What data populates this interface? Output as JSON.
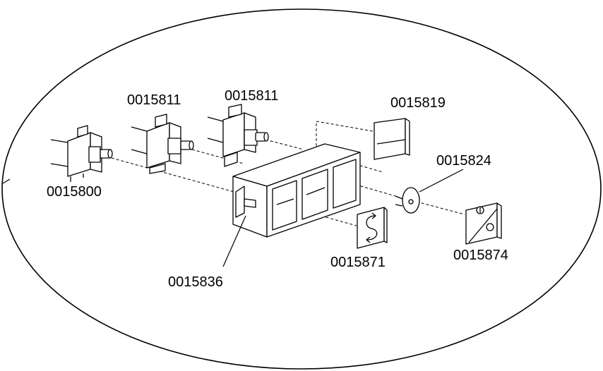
{
  "labels": {
    "switch_a": "0015800",
    "switch_b": "0015811",
    "switch_c": "0015811",
    "frame": "0015836",
    "cover_plain": "0015819",
    "washer": "0015824",
    "cover_s": "0015871",
    "cover_io": "0015874"
  },
  "colors": {
    "line": "#000000",
    "background": "#ffffff"
  }
}
